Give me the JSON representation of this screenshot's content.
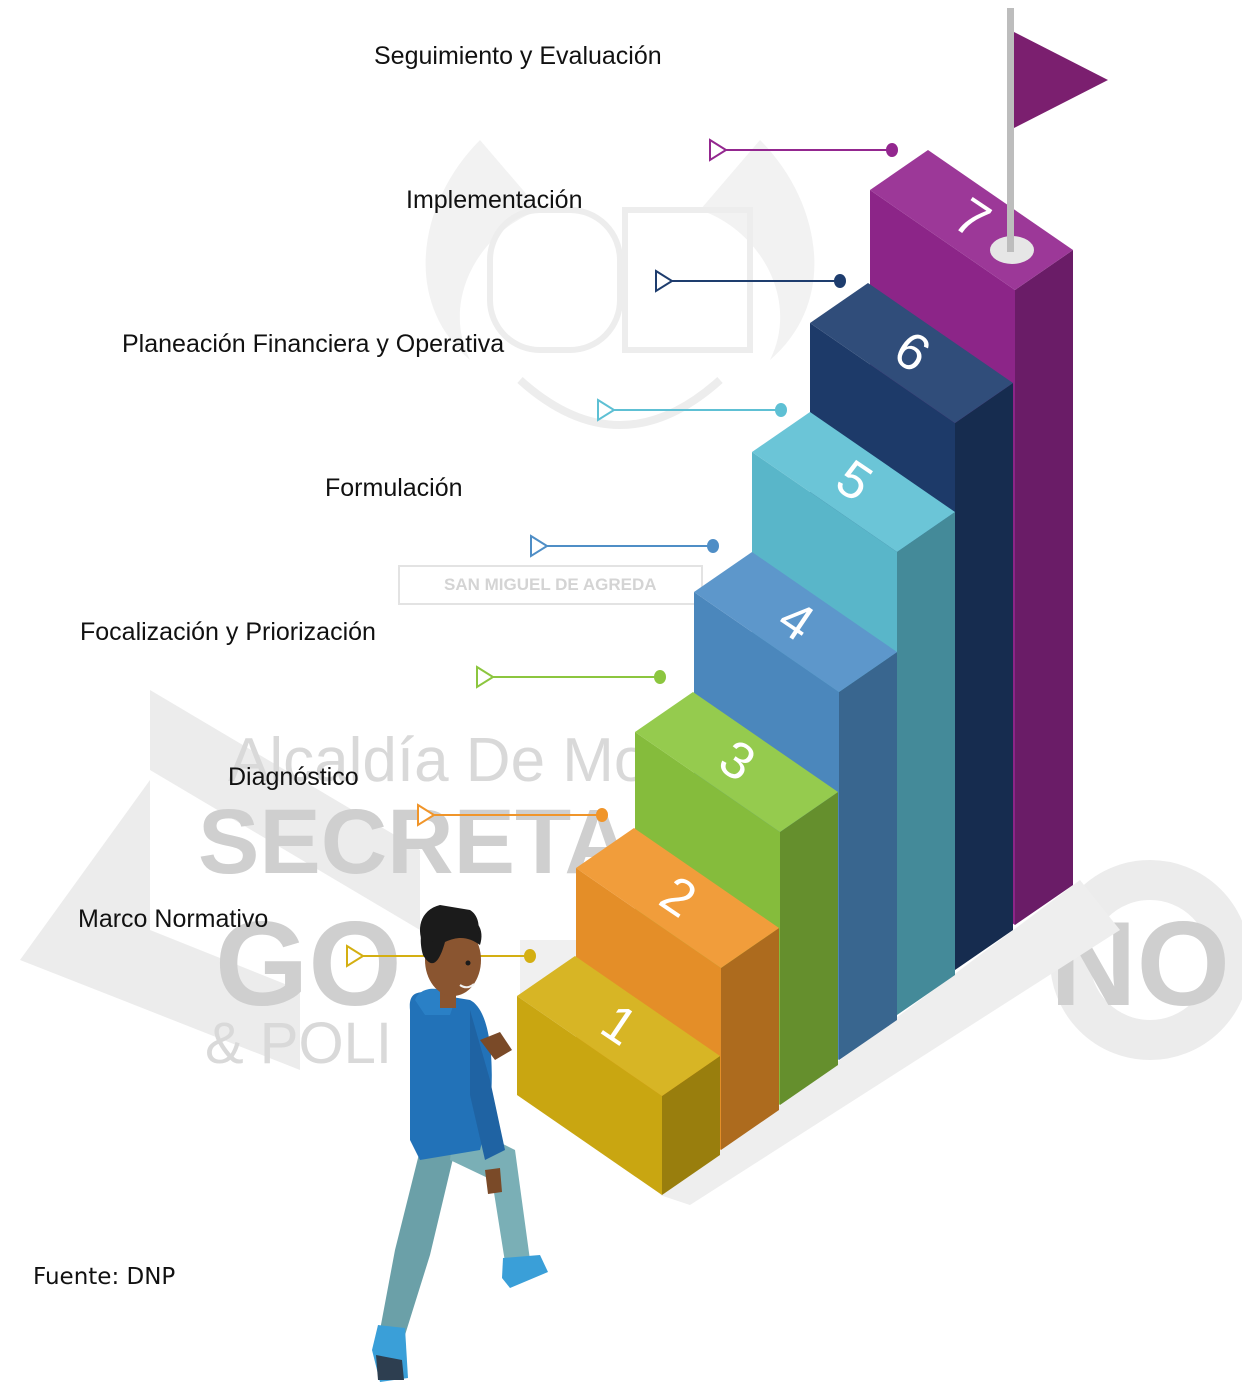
{
  "steps": [
    {
      "number": "1",
      "label": "Marco Normativo",
      "color": "#d4af12"
    },
    {
      "number": "2",
      "label": "Diagnóstico",
      "color": "#f0952a"
    },
    {
      "number": "3",
      "label": "Focalización y Priorización",
      "color": "#8cc63f"
    },
    {
      "number": "4",
      "label": "Formulación",
      "color": "#4f8ec6"
    },
    {
      "number": "5",
      "label": "Planeación Financiera y Operativa",
      "color": "#5ec0d4"
    },
    {
      "number": "6",
      "label": "Implementación",
      "color": "#1e3d6e"
    },
    {
      "number": "7",
      "label": "Seguimiento y Evaluación",
      "color": "#93278f"
    }
  ],
  "source": "Fuente: DNP",
  "watermark": {
    "line1": "Alcaldía De Mo",
    "line2": "SECRETA",
    "line3": "GO",
    "line4": "NO",
    "line5": "& POLI",
    "seal_text": "SAN MIGUEL DE AGREDA"
  }
}
